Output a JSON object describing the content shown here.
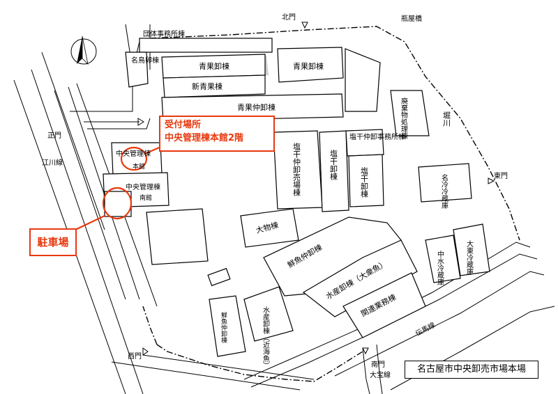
{
  "title": "名古屋市中央卸売市場本場",
  "accent_color": "#e8380d",
  "compass_icon": "north-arrow-icon",
  "gates": {
    "north": "北門",
    "east": "東門",
    "west": "西門",
    "south": "南門",
    "main": "正門"
  },
  "landmarks": {
    "bridge": "瓶屋橋",
    "river": "堀川",
    "road_egawa": "江川線",
    "road_daiho": "大宝線",
    "road_tenma": "伝馬線"
  },
  "callouts": {
    "reception_line1": "受付場所",
    "reception_line2": "中央管理棟本館2階",
    "parking": "駐車場"
  },
  "buildings": {
    "dantai": "団体事務所棟",
    "meichoran": "名鳥卵棟",
    "seika1": "青果卸棟",
    "seika2": "青果卸棟",
    "shinseika": "新青果棟",
    "seika_naka": "青果仲卸棟",
    "haikibutsu": "廃棄物処理棟",
    "chuo_honkan": "中央管理棟",
    "honkan_sub": "本館",
    "chuo_minami": "中央管理棟",
    "minami_sub": "南館",
    "enkan_nakaoroshi": "塩干仲卸売場棟",
    "enkan_oroshi": "塩干卸棟",
    "enkan_oroshi2": "塩干卸棟",
    "enkan_jimusho": "塩干仲卸事務所棟",
    "mei_reizo": "名冷冷蔵庫",
    "taibutsu": "大物棟",
    "sengyo_naka": "鮮魚仲卸棟",
    "suisan_taishu": "水産卸棟（大衆魚）",
    "suisan_kinkai": "水産卸棟（近海魚）",
    "sengyo_naka2": "鮮魚仲卸棟",
    "kanren": "関連業務棟",
    "chusui_reizo": "中水冷蔵庫",
    "daito_reizo": "大東冷蔵庫"
  }
}
